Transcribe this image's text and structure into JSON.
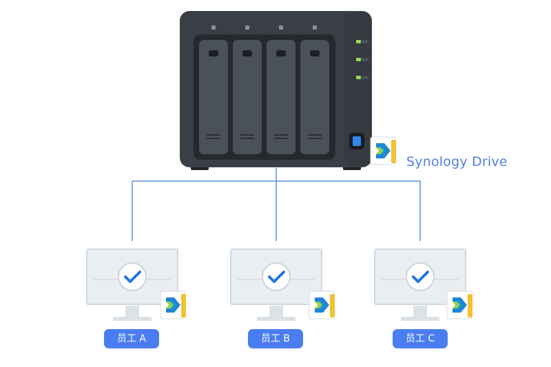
{
  "server": {
    "bays": [
      "bay-1",
      "bay-2",
      "bay-3",
      "bay-4"
    ],
    "status_leds": [
      "led-1",
      "led-2",
      "led-3"
    ],
    "led_color": "#9ed85a",
    "body_color": "#3a3f47",
    "bay_color": "#4b515a",
    "power_button_color": "#2f86f0"
  },
  "app": {
    "name": "Synology Drive",
    "icon": "synology-drive-icon",
    "label_color": "#4f7fe0"
  },
  "connector_color": "#5b8de0",
  "clients": [
    {
      "label": "员工 A",
      "icon": "monitor-check-icon"
    },
    {
      "label": "员工 B",
      "icon": "monitor-check-icon"
    },
    {
      "label": "员工 C",
      "icon": "monitor-check-icon"
    }
  ],
  "pill_color": "#4a7df0",
  "check_color": "#1f74e6"
}
